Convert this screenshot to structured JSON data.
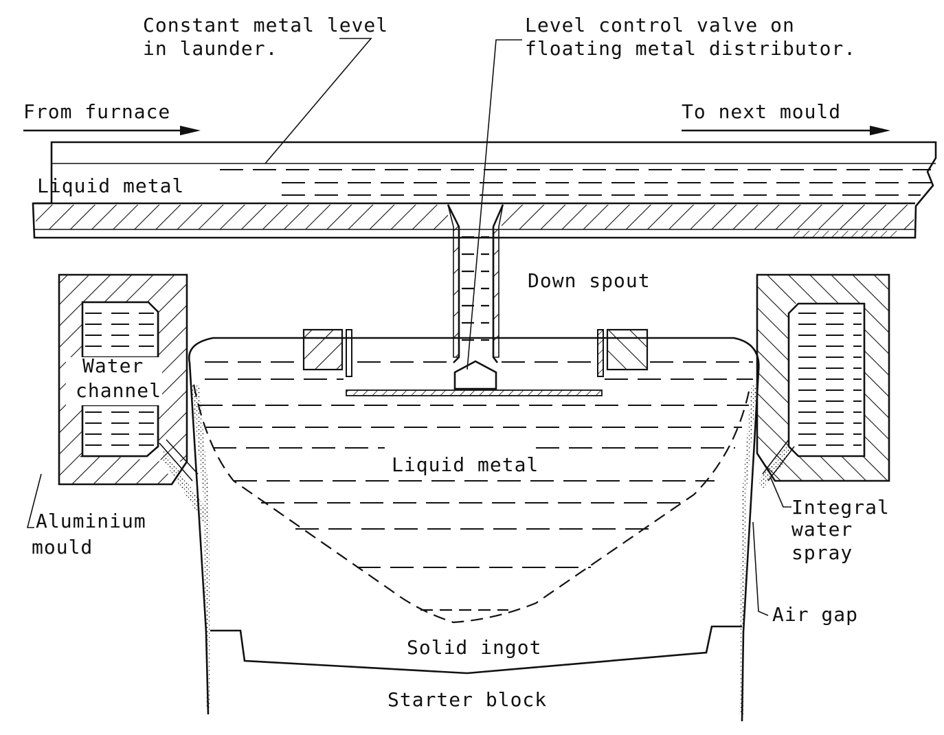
{
  "labels": {
    "constant_level_line1": "Constant metal level",
    "constant_level_line2": "in launder.",
    "valve_line1": "Level control valve on",
    "valve_line2": "floating metal distributor.",
    "from_furnace": "From furnace",
    "to_next_mould": "To next mould",
    "launder_liquid_metal": "Liquid metal",
    "down_spout": "Down spout",
    "water_channel_line1": "Water",
    "water_channel_line2": "channel",
    "pool_liquid_metal": "Liquid metal",
    "aluminium_mould_line1": "Aluminium",
    "aluminium_mould_line2": "mould",
    "integral_spray_line1": "Integral",
    "integral_spray_line2": "water",
    "integral_spray_line3": "spray",
    "air_gap": "Air gap",
    "solid_ingot": "Solid ingot",
    "starter_block": "Starter block"
  }
}
